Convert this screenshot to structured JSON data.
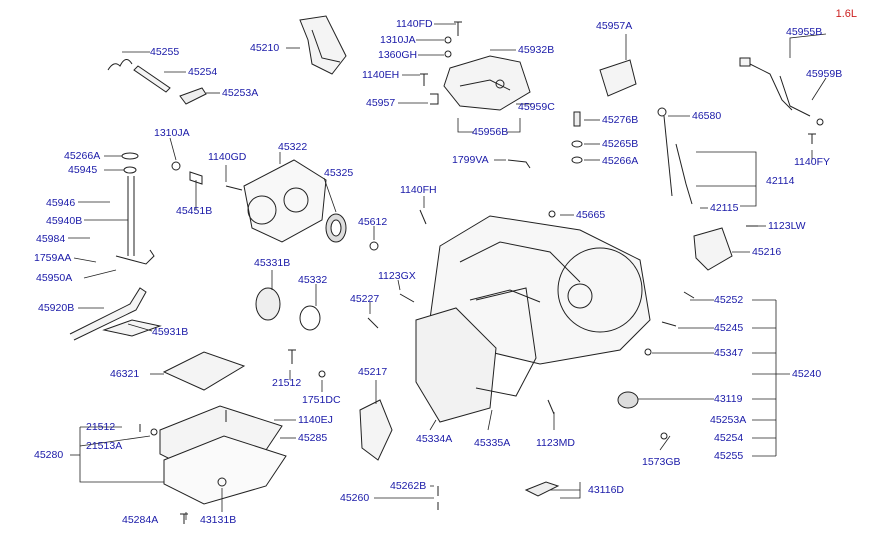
{
  "variant": "1.6L",
  "labels": {
    "p45255a": "45255",
    "p45254a": "45254",
    "p45253A_a": "45253A",
    "p45210": "45210",
    "p1140FD": "1140FD",
    "p1310JA_a": "1310JA",
    "p1360GH": "1360GH",
    "p1140EH": "1140EH",
    "p45957": "45957",
    "p45932B": "45932B",
    "p45959C": "45959C",
    "p45956B": "45956B",
    "p45957A": "45957A",
    "p45955B": "45955B",
    "p45959B": "45959B",
    "p1140FY": "1140FY",
    "p45266A_a": "45266A",
    "p45945": "45945",
    "p1310JA_b": "1310JA",
    "p1140GD": "1140GD",
    "p45322": "45322",
    "p45325": "45325",
    "p45451B": "45451B",
    "p45946": "45946",
    "p45940B": "45940B",
    "p45984": "45984",
    "p1759AA": "1759AA",
    "p45950A": "45950A",
    "p45920B": "45920B",
    "p45931B": "45931B",
    "p45276B": "45276B",
    "p45265B": "45265B",
    "p45266A_b": "45266A",
    "p46580": "46580",
    "p1799VA": "1799VA",
    "p42114": "42114",
    "p42115": "42115",
    "p1140FH": "1140FH",
    "p45665": "45665",
    "p45612": "45612",
    "p1123LW": "1123LW",
    "p45216": "45216",
    "p45331B": "45331B",
    "p45332": "45332",
    "p1123GX": "1123GX",
    "p45227": "45227",
    "p45252": "45252",
    "p45245": "45245",
    "p45347": "45347",
    "p45240": "45240",
    "p43119": "43119",
    "p45253A_b": "45253A",
    "p45254b": "45254",
    "p45255b": "45255",
    "p46321": "46321",
    "p21512a": "21512",
    "p1751DC": "1751DC",
    "p45217": "45217",
    "p21512b": "21512",
    "p21513A": "21513A",
    "p45280": "45280",
    "p1140EJ": "1140EJ",
    "p45285": "45285",
    "p45334A": "45334A",
    "p45335A": "45335A",
    "p1123MD": "1123MD",
    "p1573GB": "1573GB",
    "p45262B": "45262B",
    "p45260": "45260",
    "p43116D": "43116D",
    "p45284A": "45284A",
    "p43131B": "43131B"
  }
}
